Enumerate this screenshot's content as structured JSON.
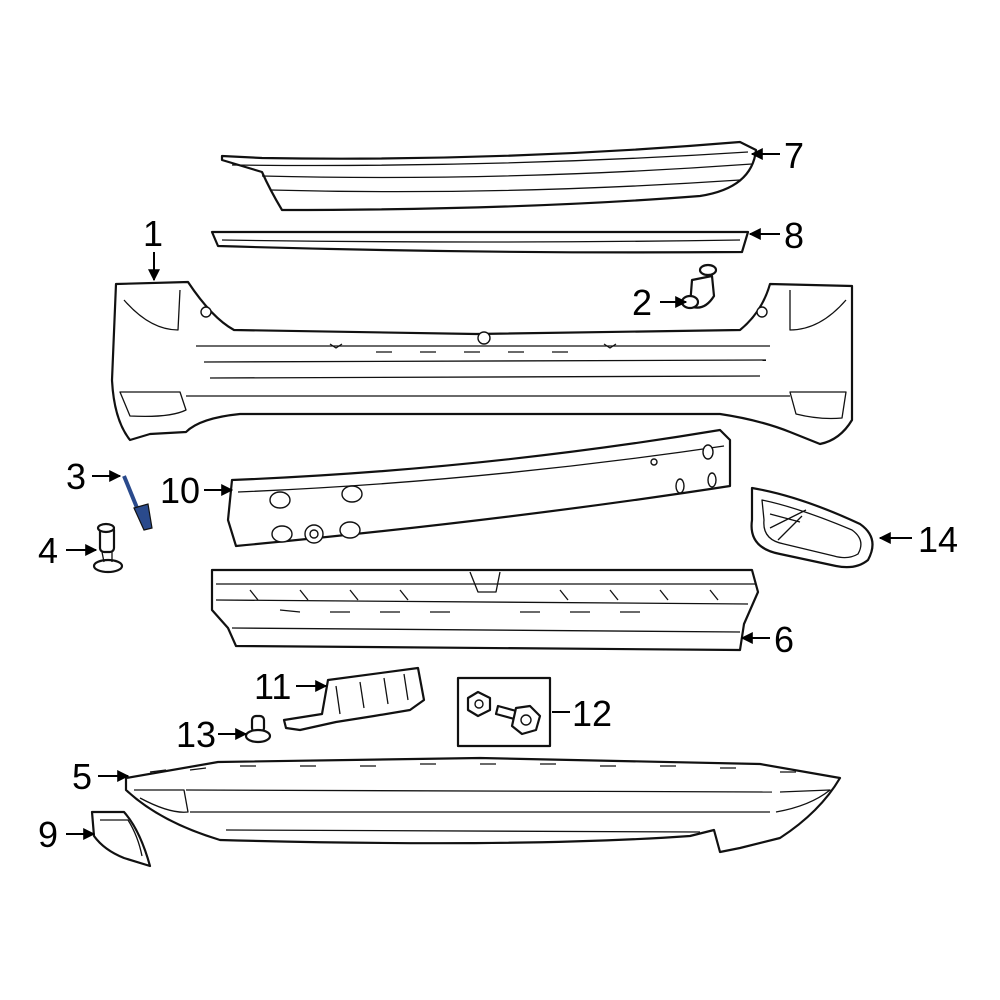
{
  "callouts": {
    "c1": "1",
    "c2": "2",
    "c3": "3",
    "c4": "4",
    "c5": "5",
    "c6": "6",
    "c7": "7",
    "c8": "8",
    "c9": "9",
    "c10": "10",
    "c11": "11",
    "c12": "12",
    "c13": "13",
    "c14": "14"
  },
  "colors": {
    "line": "#111111",
    "background": "#ffffff",
    "highlight": "#2a4a8c"
  }
}
